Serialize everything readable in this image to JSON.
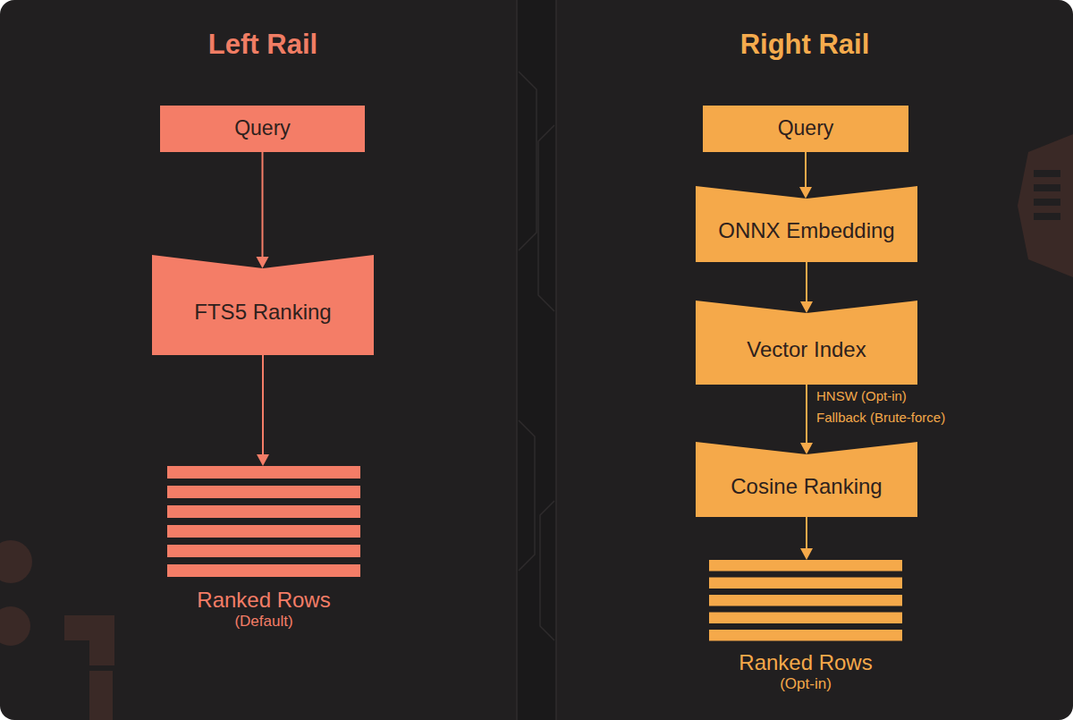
{
  "diagram": {
    "nodes": [
      {
        "text": [
          "Query"
        ]
      },
      {
        "text": [
          "FTS5 Ranking"
        ]
      },
      {
        "text": [
          "Ranked Rows",
          "(Default)"
        ]
      },
      {
        "text": [
          "Query"
        ]
      },
      {
        "text": [
          "ONNX Embedding"
        ]
      },
      {
        "text": [
          "Vector Index"
        ]
      },
      {
        "text": [
          "Cosine Ranking"
        ]
      },
      {
        "text": [
          "Ranked Rows",
          "(Opt-in)"
        ]
      }
    ],
    "edges": [
      {
        "from": 0,
        "to": 1,
        "arrow": "to"
      },
      {
        "from": 1,
        "to": 2,
        "arrow": "to"
      },
      {
        "from": 3,
        "to": 4,
        "arrow": "to"
      },
      {
        "from": 4,
        "to": 5,
        "arrow": "to"
      },
      {
        "from": 5,
        "to": 6,
        "label": "HNSW (Opt-in) Fallback (Brute-force)",
        "arrow": "to"
      },
      {
        "from": 6,
        "to": 7,
        "arrow": "to"
      }
    ],
    "labels": [
      "Left Rail",
      "Right Rail"
    ]
  }
}
